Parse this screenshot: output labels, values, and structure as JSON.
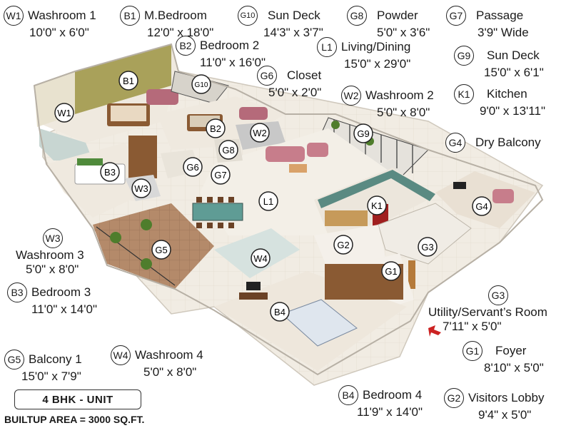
{
  "rooms": [
    {
      "code": "W1",
      "name": "Washroom 1",
      "dims": "10'0\" x 6'0\""
    },
    {
      "code": "B1",
      "name": "M.Bedroom",
      "dims": "12'0\" x 18'0\""
    },
    {
      "code": "G10",
      "name": "Sun Deck",
      "dims": "14'3\" x 3'7\""
    },
    {
      "code": "G8",
      "name": "Powder",
      "dims": "5'0\" x 3'6\""
    },
    {
      "code": "G7",
      "name": "Passage",
      "dims": "3'9\" Wide"
    },
    {
      "code": "B2",
      "name": "Bedroom 2",
      "dims": "11'0\" x 16'0\""
    },
    {
      "code": "L1",
      "name": "Living/Dining",
      "dims": "15'0\" x 29'0\""
    },
    {
      "code": "G9",
      "name": "Sun Deck",
      "dims": "15'0\" x 6'1\""
    },
    {
      "code": "G6",
      "name": "Closet",
      "dims": "5'0\" x 2'0\""
    },
    {
      "code": "W2",
      "name": "Washroom 2",
      "dims": "5'0\" x 8'0\""
    },
    {
      "code": "K1",
      "name": "Kitchen",
      "dims": "9'0\" x 13'11\""
    },
    {
      "code": "G4",
      "name": "Dry Balcony",
      "dims": ""
    },
    {
      "code": "W3",
      "name": "Washroom 3",
      "dims": "5'0\" x 8'0\""
    },
    {
      "code": "B3",
      "name": "Bedroom 3",
      "dims": "11'0\" x 14'0\""
    },
    {
      "code": "G3",
      "name": "Utility/Servant’s Room",
      "dims": "7'11\" x 5'0\""
    },
    {
      "code": "G1",
      "name": "Foyer",
      "dims": "8'10\" x 5'0\""
    },
    {
      "code": "G5",
      "name": "Balcony 1",
      "dims": "15'0\" x 7'9\""
    },
    {
      "code": "W4",
      "name": "Washroom 4",
      "dims": "5'0\" x 8'0\""
    },
    {
      "code": "B4",
      "name": "Bedroom 4",
      "dims": "11'9\" x 14'0\""
    },
    {
      "code": "G2",
      "name": "Visitors Lobby",
      "dims": "9'4\" x 5'0\""
    }
  ],
  "plan_tags": [
    "W1",
    "B1",
    "G10",
    "B2",
    "W2",
    "G8",
    "G9",
    "B3",
    "G6",
    "G7",
    "W3",
    "L1",
    "K1",
    "G4",
    "G5",
    "G2",
    "G3",
    "W4",
    "G1",
    "B4"
  ],
  "unit_label": "4 BHK - UNIT",
  "builtup_area": "BUILTUP AREA = 3000 SQ.FT.",
  "colors": {
    "wall": "#f2f0ec",
    "wall_edge": "#c9c4bc",
    "floor": "#efe9df",
    "wood": "#8a5a33",
    "sofa": "#b56a7a",
    "tile": "#b48a6a",
    "green": "#5c8a3a",
    "accent_red": "#cc2222"
  }
}
